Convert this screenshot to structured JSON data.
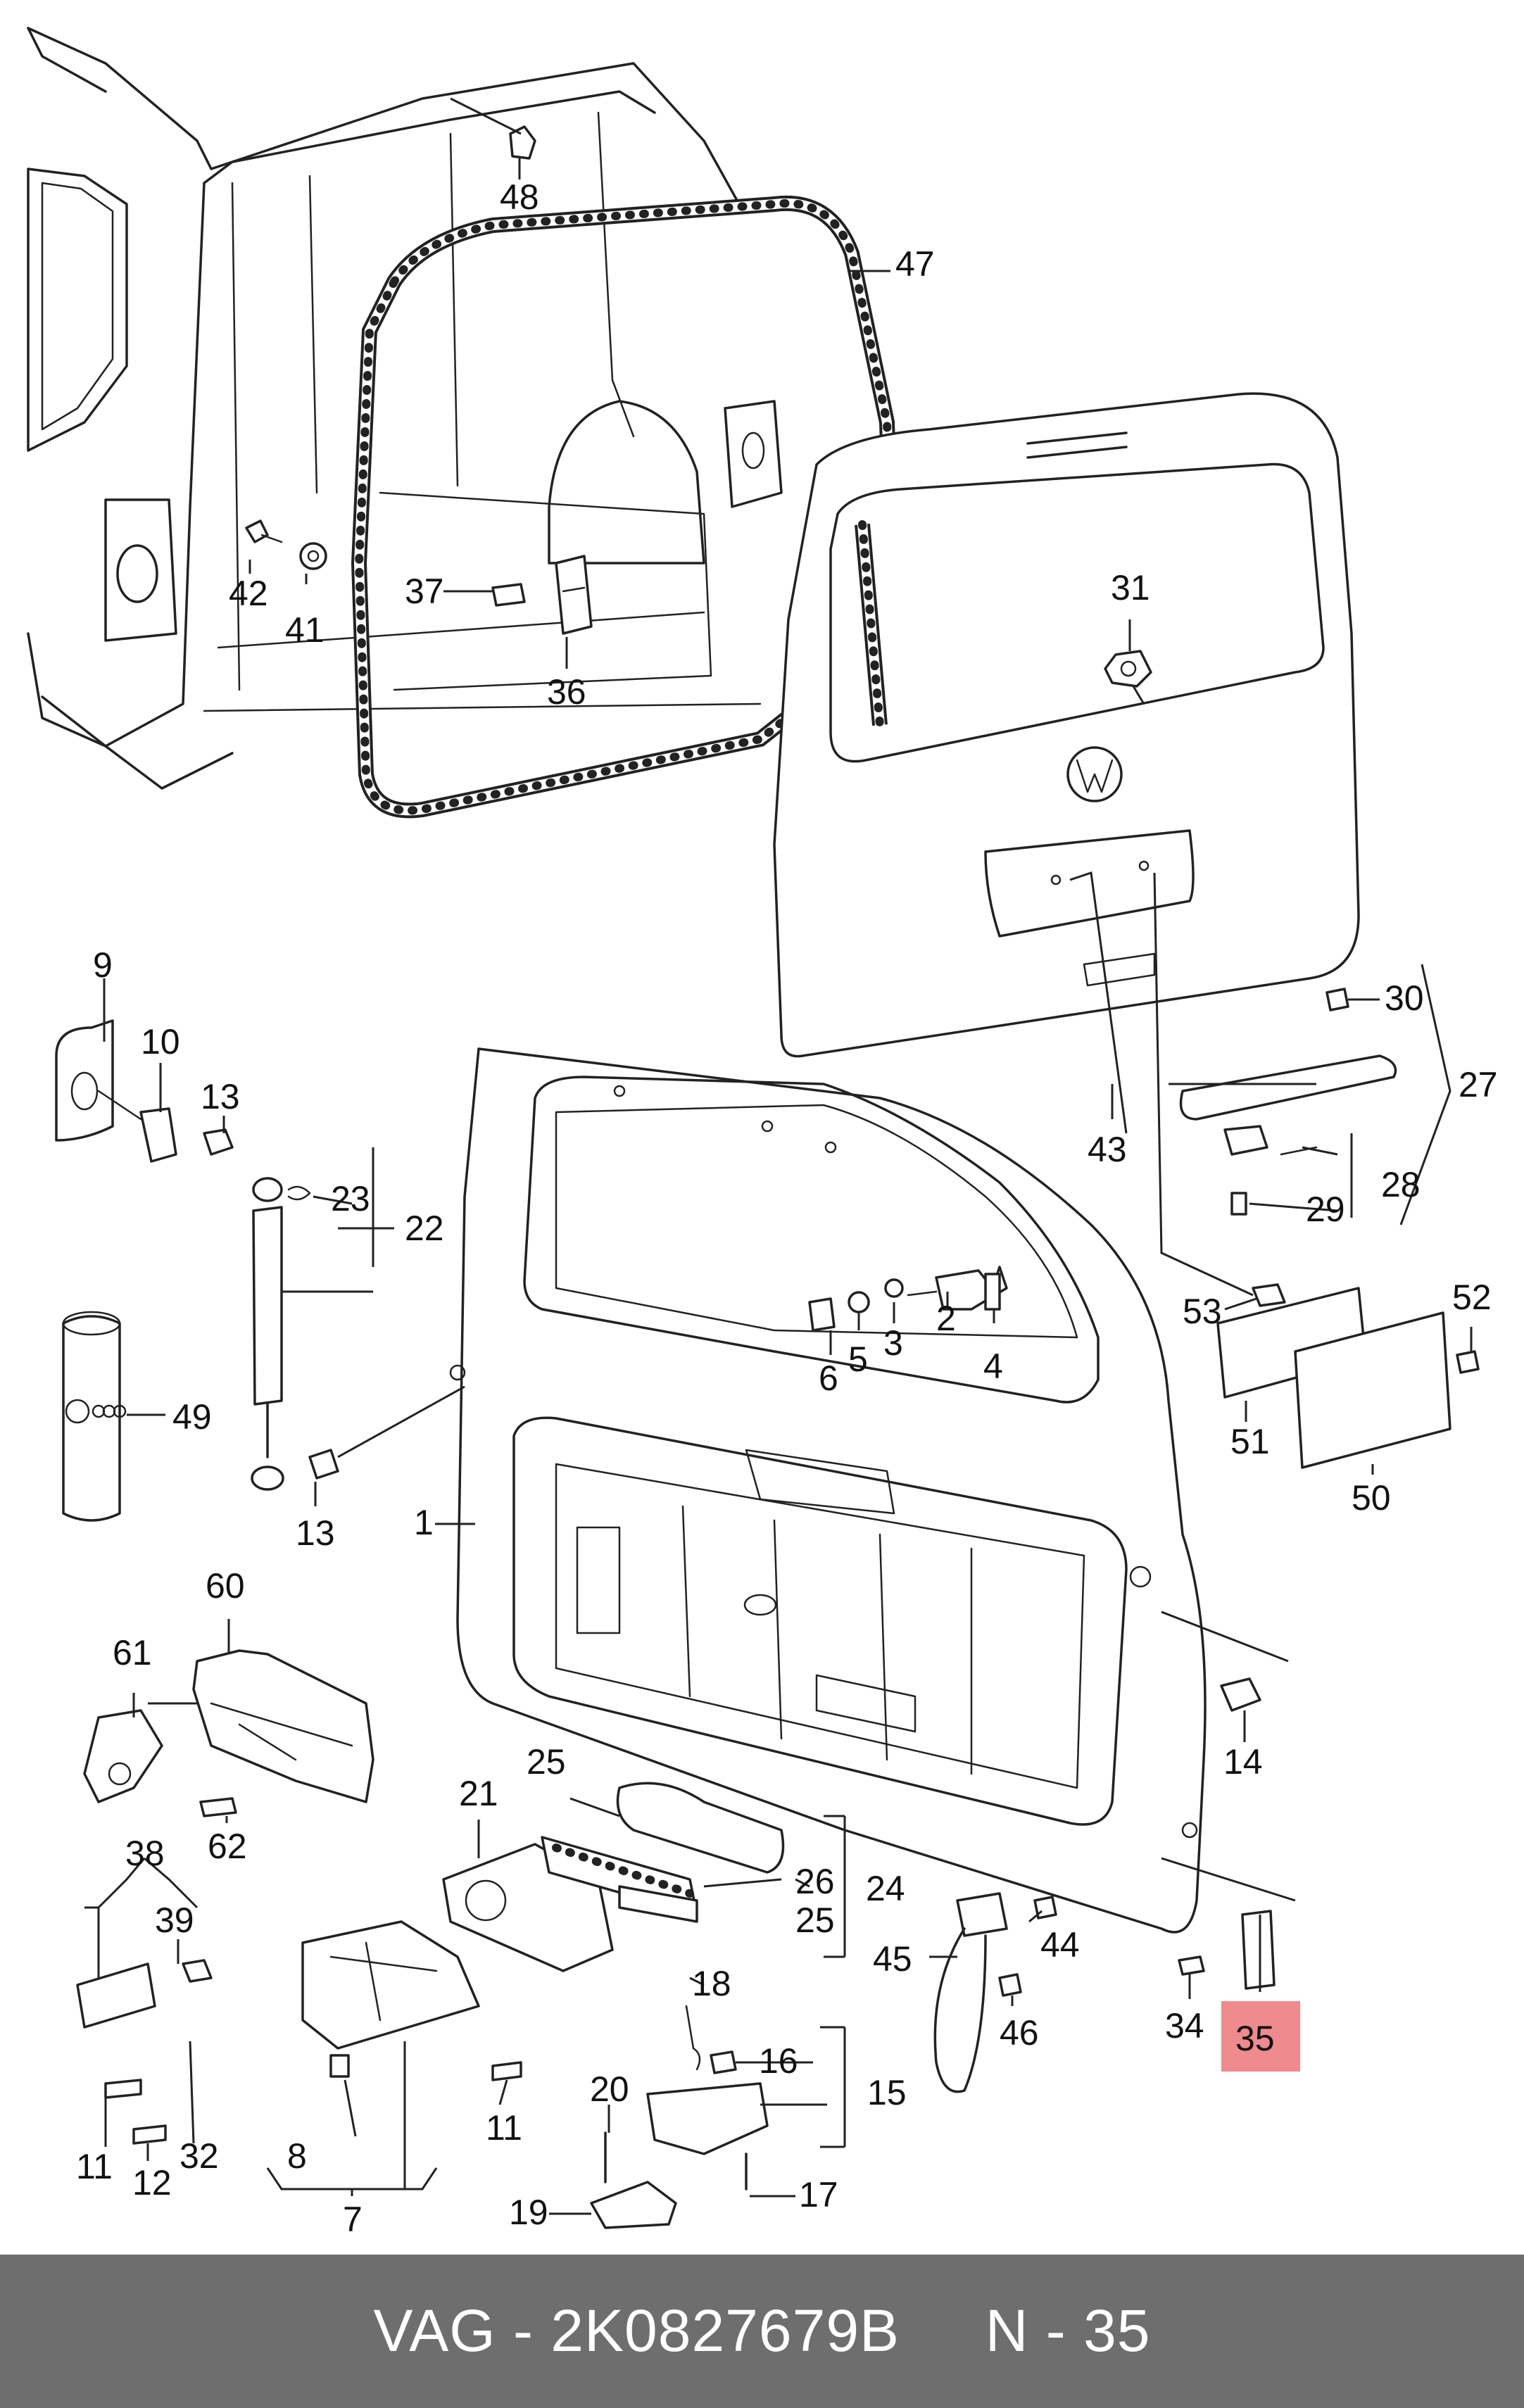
{
  "callouts": {
    "p1": "1",
    "p2": "2",
    "p3": "3",
    "p4": "4",
    "p5": "5",
    "p6": "6",
    "p7": "7",
    "p8": "8",
    "p9": "9",
    "p10": "10",
    "p11a": "11",
    "p11b": "11",
    "p12": "12",
    "p13a": "13",
    "p13b": "13",
    "p14": "14",
    "p15": "15",
    "p16": "16",
    "p17": "17",
    "p18": "18",
    "p19": "19",
    "p20": "20",
    "p21": "21",
    "p22": "22",
    "p23": "23",
    "p24": "24",
    "p25a": "25",
    "p25b": "25",
    "p26": "26",
    "p27": "27",
    "p28": "28",
    "p29": "29",
    "p30": "30",
    "p31": "31",
    "p32": "32",
    "p34": "34",
    "p35": "35",
    "p36": "36",
    "p37": "37",
    "p38": "38",
    "p39": "39",
    "p41": "41",
    "p42": "42",
    "p43": "43",
    "p44": "44",
    "p45": "45",
    "p46": "46",
    "p47": "47",
    "p48": "48",
    "p49": "49",
    "p50": "50",
    "p51": "51",
    "p52": "52",
    "p53": "53",
    "p60": "60",
    "p61": "61",
    "p62": "62"
  },
  "highlight": {
    "part": "35",
    "color": "#ef8a8e"
  },
  "footer": {
    "text": "VAG - 2K0827679B     N - 35",
    "background": "#6e6e6e"
  }
}
